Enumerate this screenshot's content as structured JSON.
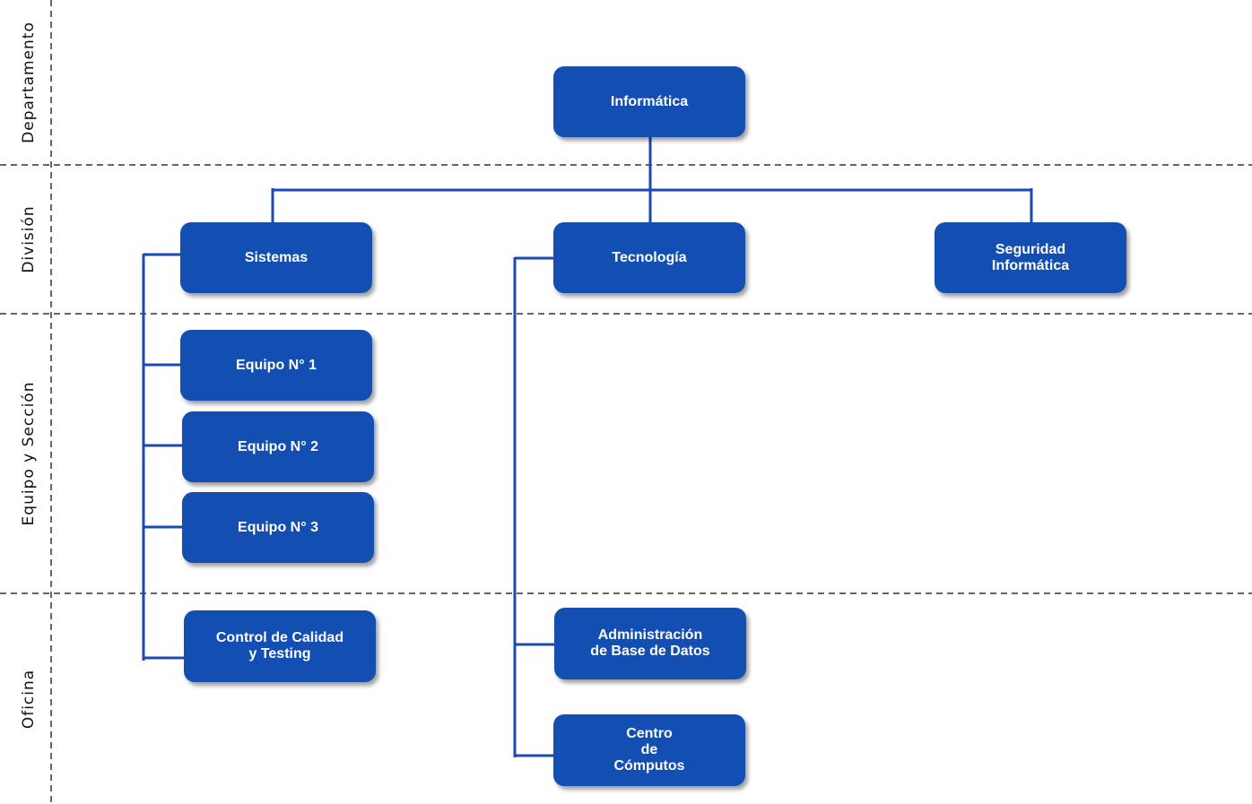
{
  "colors": {
    "node_fill": "#134fb3",
    "connector": "#1a49b4",
    "node_text": "#ffffff",
    "divider": "#333333"
  },
  "lanes": [
    {
      "label": "Departamento"
    },
    {
      "label": "División"
    },
    {
      "label": "Equipo y Sección"
    },
    {
      "label": "Oficina"
    }
  ],
  "nodes": {
    "informatica": "Informática",
    "sistemas": "Sistemas",
    "tecnologia": "Tecnología",
    "seguridad": "Seguridad\nInformática",
    "equipo1": "Equipo N° 1",
    "equipo2": "Equipo N° 2",
    "equipo3": "Equipo N° 3",
    "control": "Control de Calidad\ny Testing",
    "admin_bd": "Administración\nde Base de Datos",
    "centro": "Centro\nde\nCómputos"
  }
}
